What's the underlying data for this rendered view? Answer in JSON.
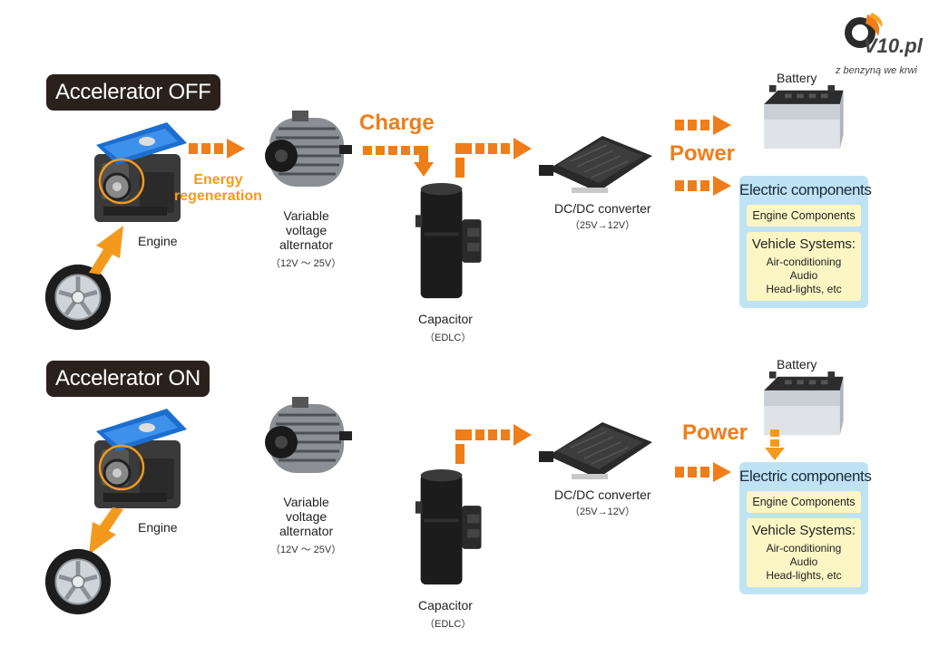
{
  "logo": {
    "name": "V10.pl",
    "tagline": "z benzyną we krwi"
  },
  "colors": {
    "orange": "#ef7d1a",
    "badge_bg": "#2b211c",
    "box_blue": "#bfe3f5",
    "box_yellow": "#fbf6c4",
    "engine_blue": "#1c6fd0"
  },
  "top": {
    "badge": "Accelerator OFF",
    "engine_label": "Engine",
    "energy_label": [
      "Energy",
      "regeneration"
    ],
    "alternator_label": [
      "Variable",
      "voltage",
      "alternator"
    ],
    "alternator_range": "（12V ～ 25V）",
    "charge_label": "Charge",
    "capacitor_label": "Capacitor",
    "capacitor_sub": "（EDLC）",
    "converter_label": "DC/DC converter",
    "converter_sub": "（25V→12V）",
    "power_label": "Power",
    "battery_label": "Battery",
    "box": {
      "title": "Electric components",
      "engine_components": "Engine Components",
      "vehicle_systems_title": "Vehicle Systems:",
      "vehicle_systems": [
        "Air-conditioning",
        "Audio",
        "Head-lights, etc"
      ]
    }
  },
  "bottom": {
    "badge": "Accelerator ON",
    "engine_label": "Engine",
    "alternator_label": [
      "Variable",
      "voltage",
      "alternator"
    ],
    "alternator_range": "（12V ～ 25V）",
    "capacitor_label": "Capacitor",
    "capacitor_sub": "（EDLC）",
    "converter_label": "DC/DC converter",
    "converter_sub": "（25V→12V）",
    "power_label": "Power",
    "battery_label": "Battery",
    "box": {
      "title": "Electric components",
      "engine_components": "Engine Components",
      "vehicle_systems_title": "Vehicle Systems:",
      "vehicle_systems": [
        "Air-conditioning",
        "Audio",
        "Head-lights, etc"
      ]
    }
  }
}
